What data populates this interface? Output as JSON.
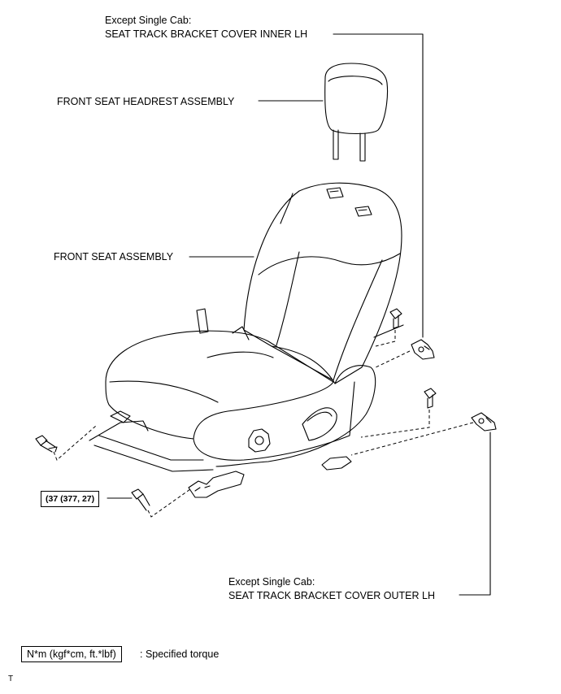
{
  "labels": {
    "inner_cover_line1": "Except Single Cab:",
    "inner_cover_line2": "SEAT TRACK BRACKET COVER INNER LH",
    "headrest": "FRONT SEAT HEADREST ASSEMBLY",
    "seat": "FRONT SEAT ASSEMBLY",
    "outer_cover_line1": "Except Single Cab:",
    "outer_cover_line2": "SEAT TRACK BRACKET COVER OUTER LH"
  },
  "torque": {
    "value": "(37 (377, 27)"
  },
  "legend": {
    "unit": "N*m (kgf*cm, ft.*lbf)",
    "description": ": Specified torque"
  },
  "footer": {
    "mark": "T"
  }
}
